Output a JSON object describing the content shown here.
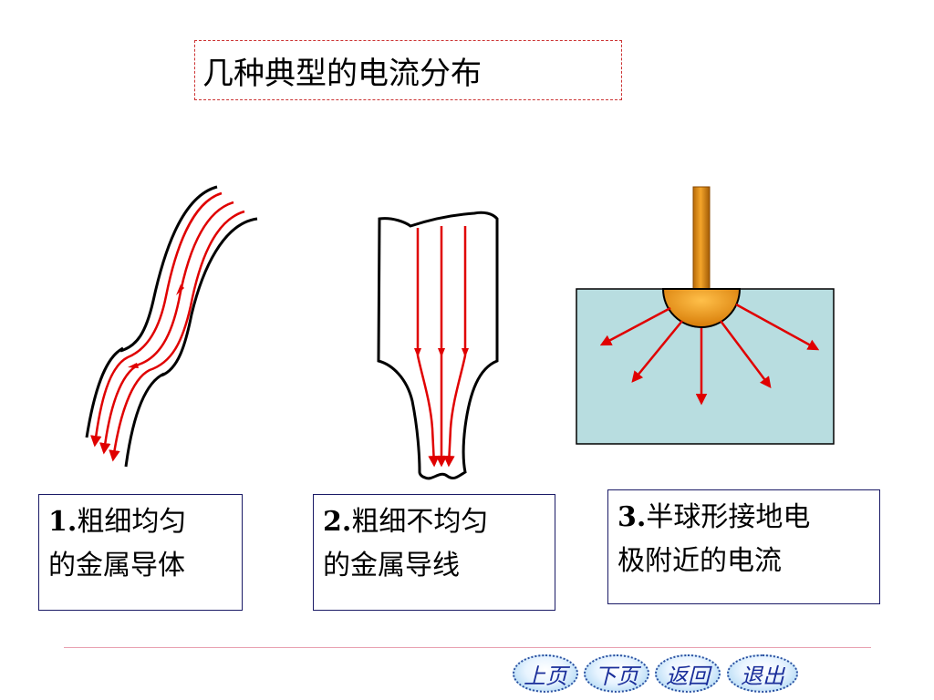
{
  "title": "几种典型的电流分布",
  "captions": [
    {
      "number": "1.",
      "line1": "粗细均匀",
      "line2": "的金属导体"
    },
    {
      "number": "2.",
      "line1": "粗细不均匀",
      "line2": "的金属导线"
    },
    {
      "number": "3.",
      "line1": "半球形接地电",
      "line2": "极附近的电流"
    }
  ],
  "nav": {
    "prev": "上页",
    "next": "下页",
    "back": "返回",
    "exit": "退出"
  },
  "colors": {
    "current_arrow": "#e00000",
    "conductor_outline": "#000000",
    "ground": "#b8dde0",
    "electrode": "#e08a10",
    "caption_border": "#1a1a66",
    "title_border": "#cc3333"
  }
}
